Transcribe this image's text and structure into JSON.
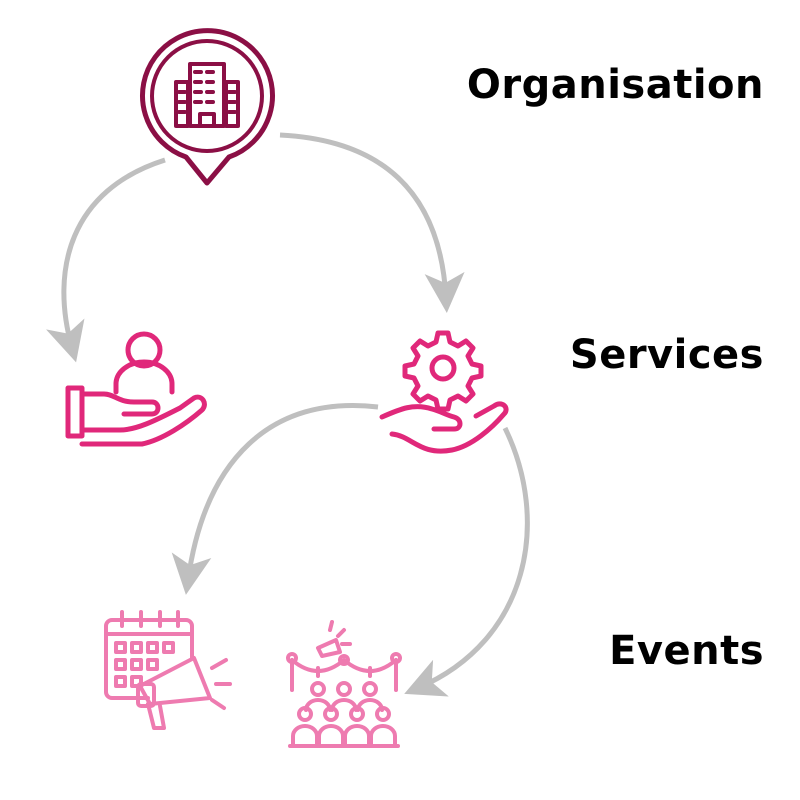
{
  "levels": {
    "organisation": "Organisation",
    "services": "Services",
    "events": "Events"
  },
  "nodes": [
    {
      "id": "organisation",
      "icon": "building-pin-icon"
    },
    {
      "id": "personal-services",
      "icon": "hand-person-icon"
    },
    {
      "id": "technical-services",
      "icon": "hand-gear-icon"
    },
    {
      "id": "scheduled-events",
      "icon": "calendar-megaphone-icon"
    },
    {
      "id": "live-events",
      "icon": "audience-stage-icon"
    }
  ],
  "colors": {
    "dark": "#8B0F45",
    "mid": "#E0287A",
    "light": "#EE7BB0",
    "arrow": "#BFBFBF",
    "text": "#000000"
  }
}
